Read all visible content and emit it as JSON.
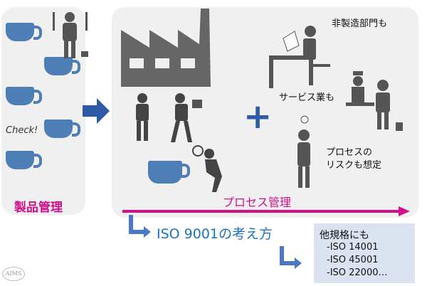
{
  "left_panel": {
    "label": "製品管理",
    "check_label": "Check!"
  },
  "right_panel": {
    "non_manufacturing": "非製造部門も",
    "service": "サービス業も",
    "process_risk_line1": "プロセスの",
    "process_risk_line2": "リスクも想定",
    "process_label": "プロセス管理"
  },
  "iso_label": "ISO 9001の考え方",
  "other_standards": {
    "title": "他規格にも",
    "items": [
      "-ISO 14001",
      "-ISO 45001",
      "-ISO 22000…"
    ]
  },
  "logo": "AIMS",
  "colors": {
    "magenta": "#d0108a",
    "blue": "#1a73c4",
    "cup": "#4d7eb5",
    "box": "#dbe3f1"
  }
}
